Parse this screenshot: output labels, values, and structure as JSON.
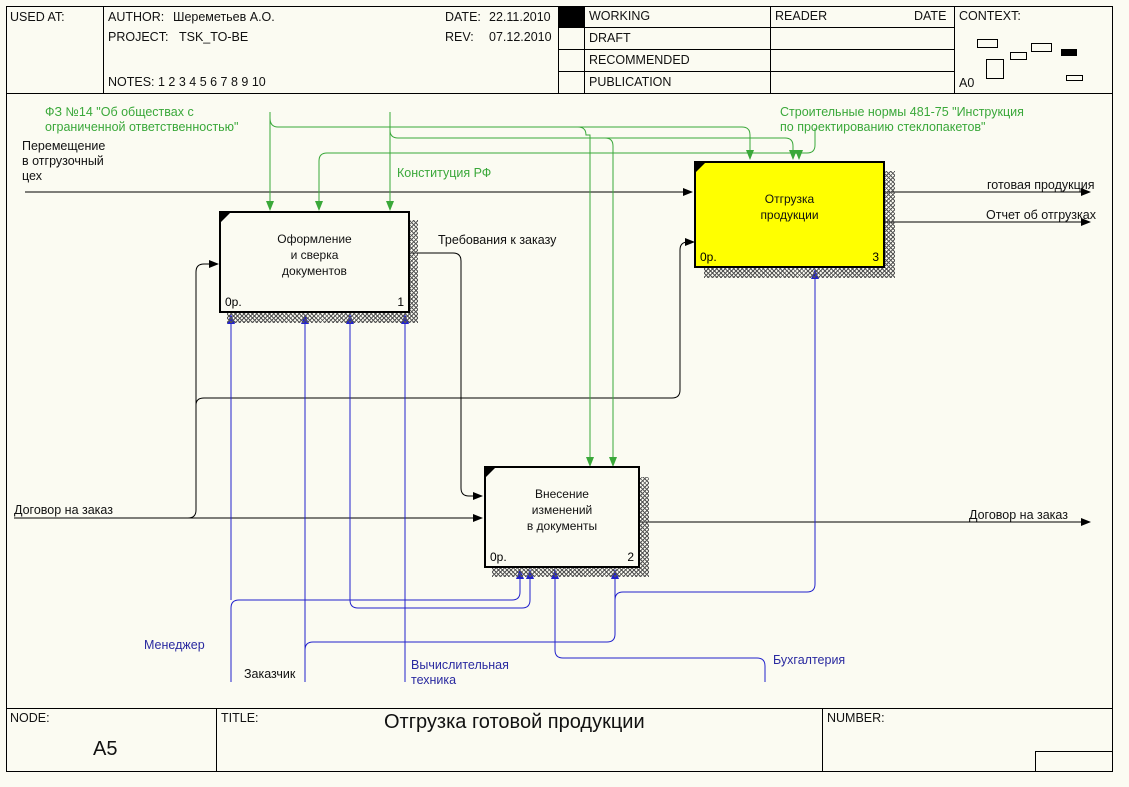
{
  "header": {
    "used_at": "USED AT:",
    "author_label": "AUTHOR:",
    "author": "Шереметьев А.О.",
    "project_label": "PROJECT:",
    "project": "TSK_TO-BE",
    "date_label": "DATE:",
    "date": "22.11.2010",
    "rev_label": "REV:",
    "rev": "07.12.2010",
    "notes": "NOTES:  1  2  3  4  5  6  7  8  9  10",
    "status": [
      "WORKING",
      "DRAFT",
      "RECOMMENDED",
      "PUBLICATION"
    ],
    "reader": "READER",
    "reader_date": "DATE",
    "context": "CONTEXT:",
    "context_node": "A0"
  },
  "boxes": [
    {
      "title": "Оформление\nи сверка\nдокументов",
      "cost": "0р.",
      "num": "1"
    },
    {
      "title": "Внесение\nизменений\nв документы",
      "cost": "0р.",
      "num": "2"
    },
    {
      "title": "Отгрузка\nпродукции",
      "cost": "0р.",
      "num": "3"
    }
  ],
  "arrows": {
    "fz14": "ФЗ №14 \"Об обществах с\nограниченной ответственностью\"",
    "snip": "Строительные нормы 481-75 \"Инструкция\nпо проектированию стеклопакетов\"",
    "constitution": "Конституция РФ",
    "move": "Перемещение\nв отгрузочный\nцех",
    "requirements": "Требования к заказу",
    "contract_in": "Договор на заказ",
    "contract_out": "Договор на заказ",
    "finished": "готовая продукция",
    "report": "Отчет об отгрузках",
    "manager": "Менеджер",
    "customer": "Заказчик",
    "computer": "Вычислительная\nтехника",
    "accounting": "Бухгалтерия"
  },
  "footer": {
    "node_label": "NODE:",
    "node": "A5",
    "title_label": "TITLE:",
    "title": "Отгрузка готовой продукции",
    "number_label": "NUMBER:"
  },
  "colors": {
    "control": "#3aa83a",
    "mechanism": "#2a2aa0",
    "io": "#000000",
    "highlight": "#ffff00"
  }
}
